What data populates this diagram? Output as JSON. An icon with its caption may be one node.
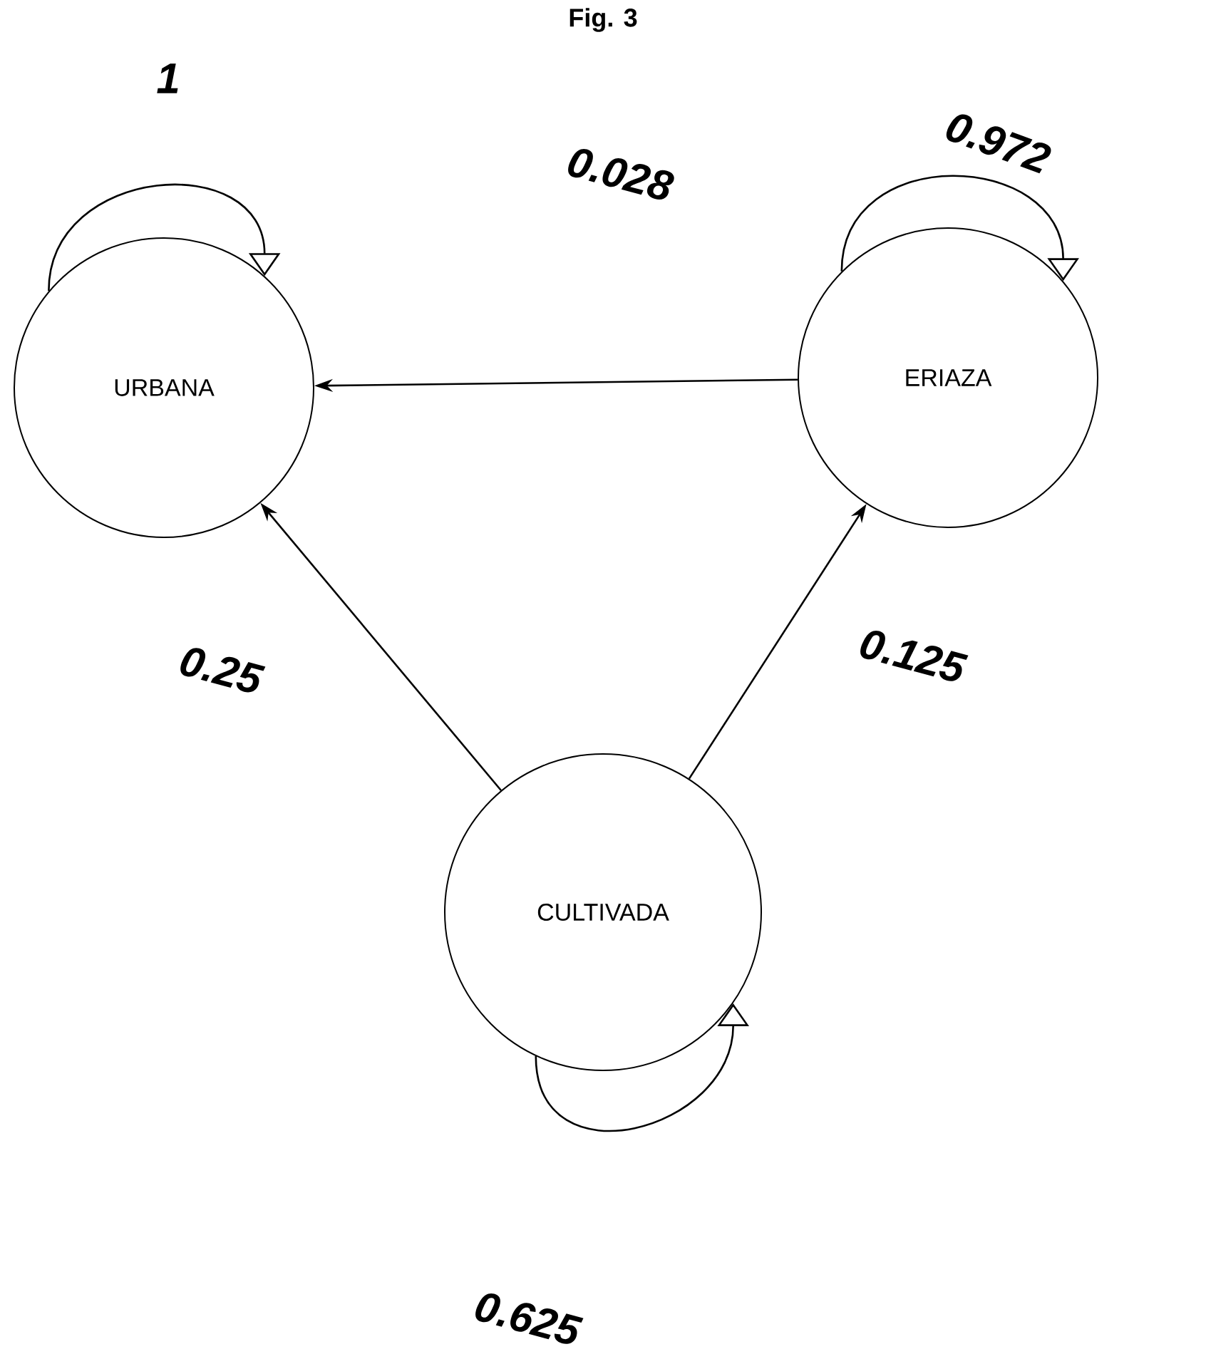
{
  "diagram": {
    "title": "Fig. 3",
    "nodes": [
      {
        "text": [
          "URBANA"
        ]
      },
      {
        "text": [
          "ERIAZA"
        ]
      },
      {
        "text": [
          "CULTIVADA"
        ]
      }
    ],
    "edges": [
      {
        "from": 0,
        "to": 0,
        "arrow": "to",
        "label": "1"
      },
      {
        "from": 1,
        "to": 1,
        "arrow": "to",
        "label": "0.972"
      },
      {
        "from": 1,
        "to": 0,
        "arrow": "to",
        "label": "0.028"
      },
      {
        "from": 2,
        "to": 0,
        "arrow": "to",
        "label": "0.25"
      },
      {
        "from": 2,
        "to": 1,
        "arrow": "to",
        "label": "0.125"
      },
      {
        "from": 2,
        "to": 2,
        "arrow": "to",
        "label": "0.625"
      }
    ]
  }
}
